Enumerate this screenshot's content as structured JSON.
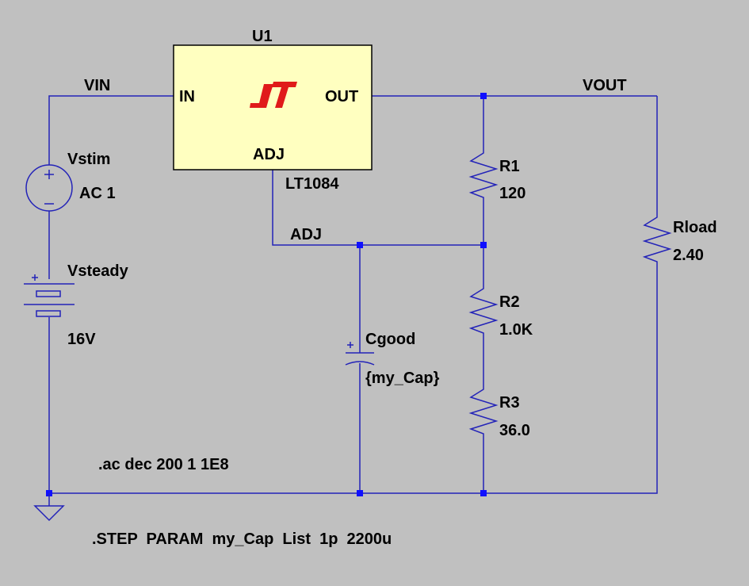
{
  "colors": {
    "background": "#c0c0c0",
    "wire": "#2323b8",
    "junction": "#1010ff",
    "ic_body": "#ffffc0",
    "logo": "#e01a1a",
    "text": "#000000"
  },
  "regulator": {
    "refdes": "U1",
    "part": "LT1084",
    "pin_in": "IN",
    "pin_out": "OUT",
    "pin_adj": "ADJ",
    "logo_icon": "linear-technology-logo-icon"
  },
  "nets": {
    "vin": "VIN",
    "vout": "VOUT",
    "adj": "ADJ"
  },
  "sources": {
    "vstim": {
      "name": "Vstim",
      "value": "AC 1"
    },
    "vsteady": {
      "name": "Vsteady",
      "value": "16V"
    }
  },
  "resistors": {
    "r1": {
      "name": "R1",
      "value": "120"
    },
    "r2": {
      "name": "R2",
      "value": "1.0K"
    },
    "r3": {
      "name": "R3",
      "value": "36.0"
    },
    "rload": {
      "name": "Rload",
      "value": "2.40"
    }
  },
  "capacitor": {
    "name": "Cgood",
    "value": "{my_Cap}"
  },
  "directives": {
    "ac": ".ac dec 200 1 1E8",
    "step": ".STEP  PARAM  my_Cap  List  1p  2200u"
  }
}
